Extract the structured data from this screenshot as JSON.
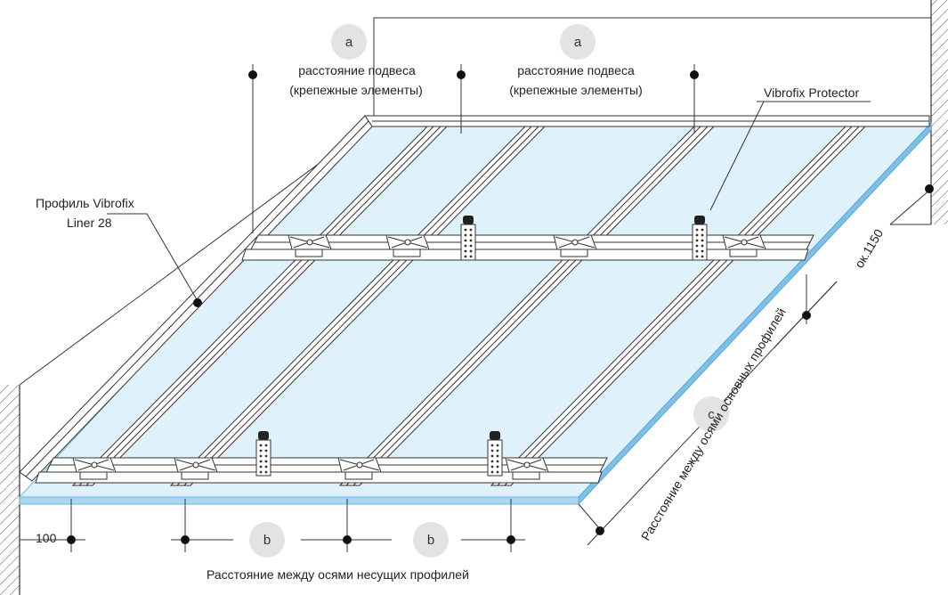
{
  "labels": {
    "a_marker": "a",
    "b_marker": "b",
    "c_marker": "c",
    "suspension_line1": "расстояние подвеса",
    "suspension_line2": "(крепежные элементы)",
    "protector": "Vibrofix  Protector",
    "profile_line1": "Профиль Vibrofix",
    "profile_line2": "Liner 28",
    "dim_100": "100",
    "bearing_spacing": "Расстояние между осями несущих профилей",
    "main_spacing": "Расстояние между осями основных профилей",
    "approx_1150": "ок.1150"
  },
  "colors": {
    "panel": "#dff1fb",
    "panel_edge": "#6fb6e0",
    "line": "#333333",
    "circle": "#e3e3e3"
  }
}
